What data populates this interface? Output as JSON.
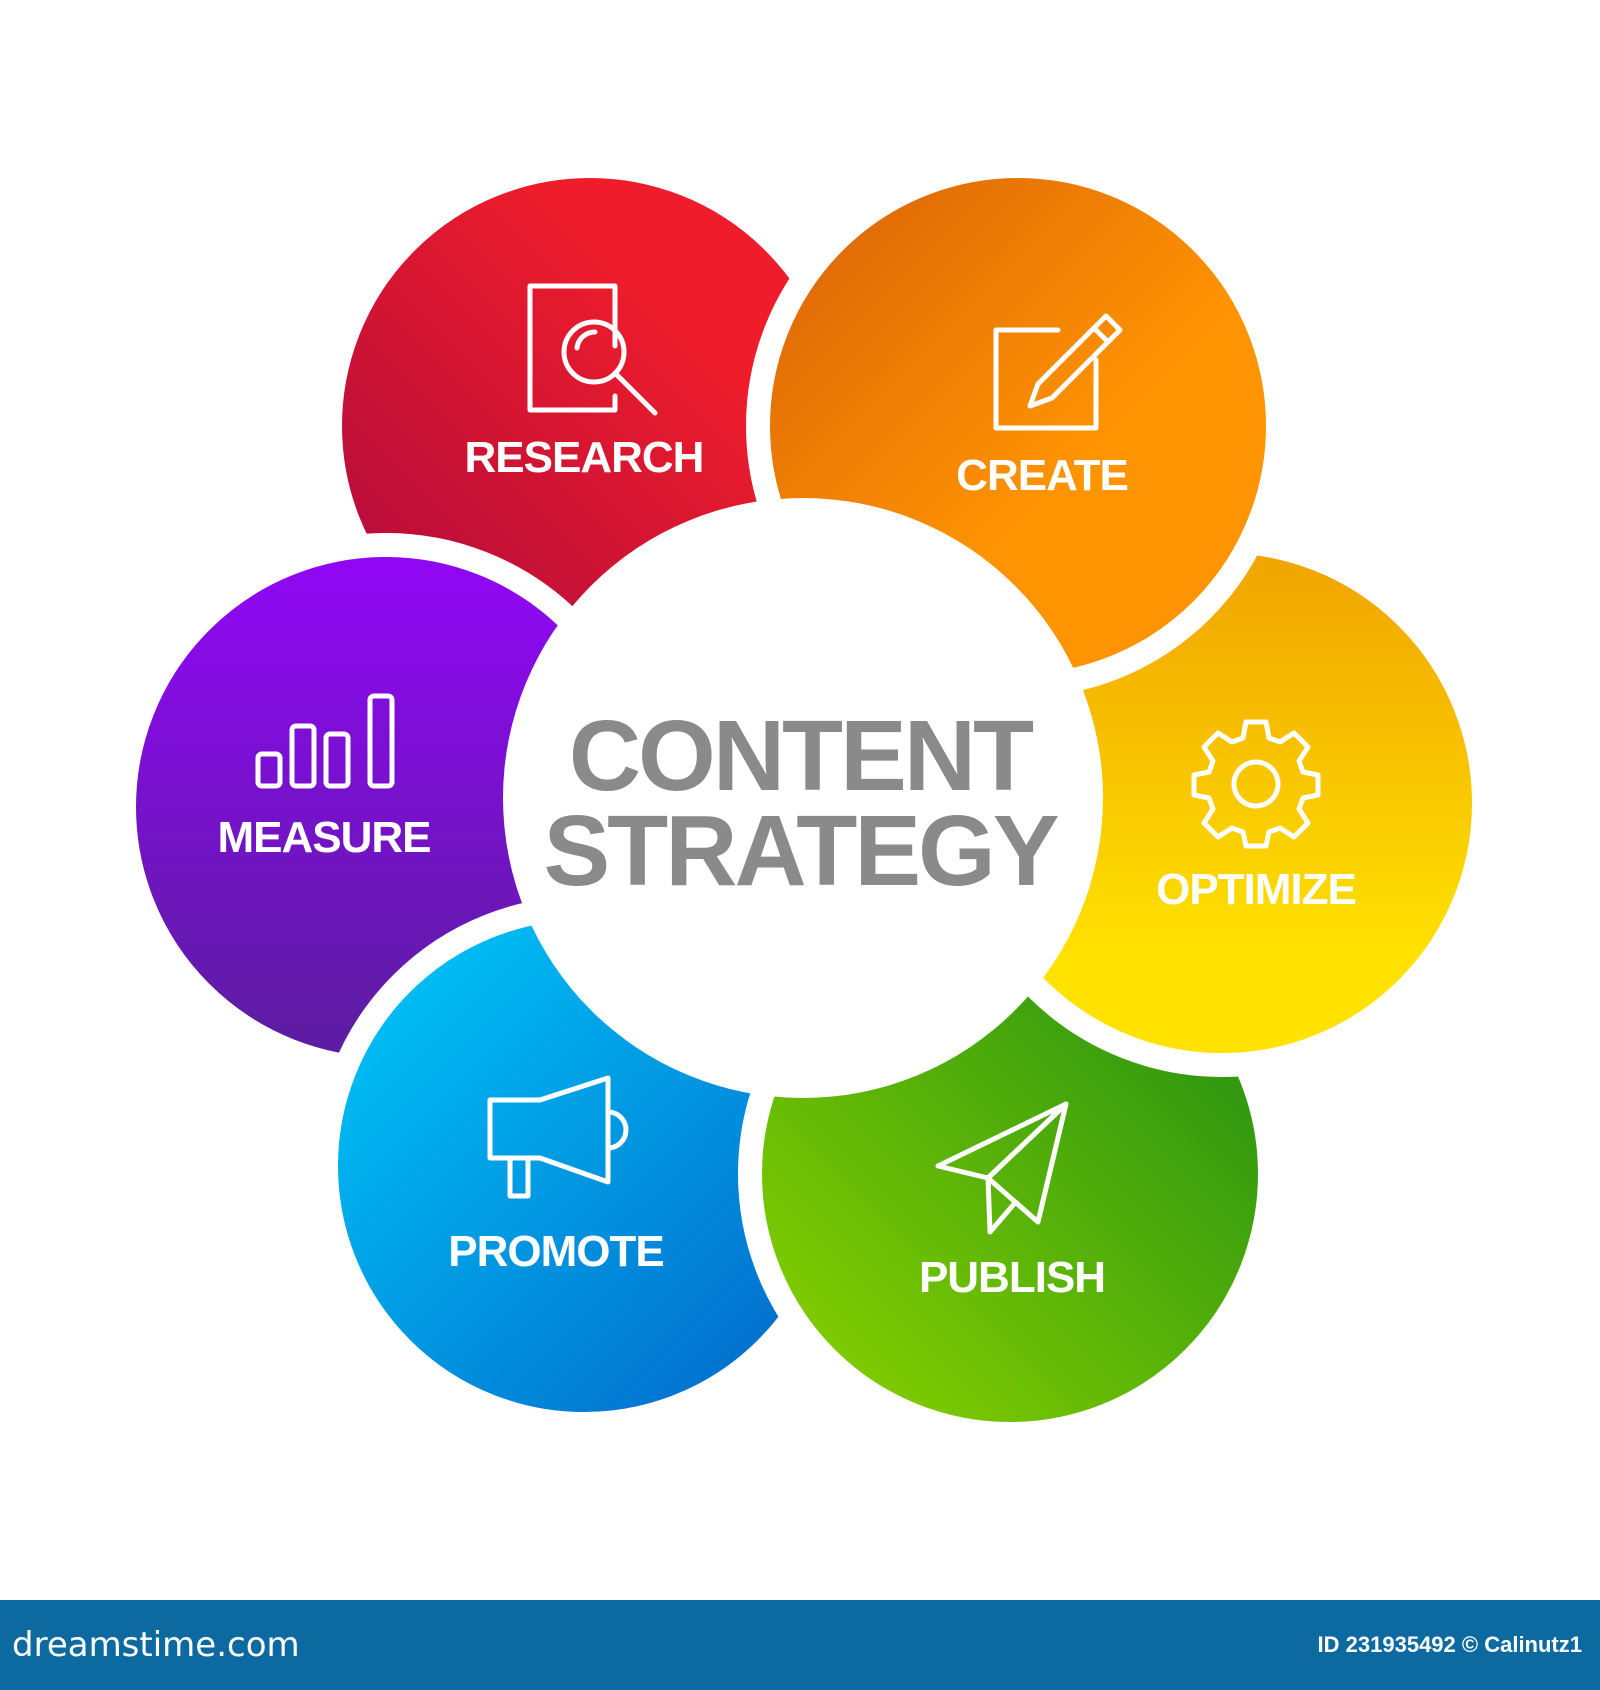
{
  "diagram": {
    "center": {
      "line1": "CONTENT",
      "line2": "STRATEGY"
    },
    "segments": [
      {
        "label": "RESEARCH",
        "icon": "document-search-icon",
        "color_start": "#a8083f",
        "color_end": "#ef1d2b"
      },
      {
        "label": "CREATE",
        "icon": "edit-pencil-icon",
        "color_start": "#d65f07",
        "color_end": "#ff9402"
      },
      {
        "label": "OPTIMIZE",
        "icon": "gear-icon",
        "color_start": "#f0a200",
        "color_end": "#ffe200"
      },
      {
        "label": "PUBLISH",
        "icon": "paper-plane-icon",
        "color_start": "#86cf00",
        "color_end": "#1a8a14"
      },
      {
        "label": "PROMOTE",
        "icon": "megaphone-icon",
        "color_start": "#00c2f7",
        "color_end": "#0262c7"
      },
      {
        "label": "MEASURE",
        "icon": "bar-chart-icon",
        "color_start": "#9206f7",
        "color_end": "#5a1e9e"
      }
    ]
  },
  "footer": {
    "site": "dreamstime.com",
    "credit": "ID 231935492 © Calinutz1",
    "background": "#0d6aa1"
  }
}
